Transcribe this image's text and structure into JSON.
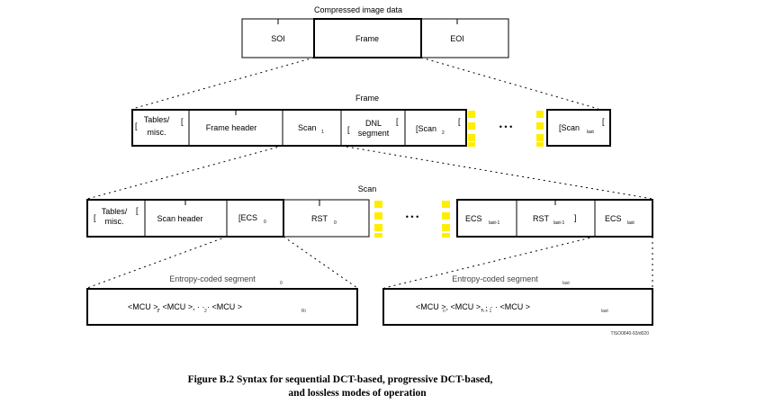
{
  "top": {
    "title": "Compressed image data",
    "soi": "SOI",
    "frame": "Frame",
    "eoi": "EOI"
  },
  "frame_row": {
    "title": "Frame",
    "tables_1": "Tables/",
    "tables_2": "misc.",
    "frame_header": "Frame header",
    "scan1": "Scan",
    "scan1_sub": "1",
    "dnl_1": "DNL",
    "dnl_2": "segment",
    "scan2": "[Scan",
    "scan2_sub": "2",
    "ellipsis": "• • •",
    "scan_last": "[Scan",
    "scan_last_sub": "last"
  },
  "scan_row": {
    "title": "Scan",
    "tables_1": "Tables/",
    "tables_2": "misc.",
    "scan_header": "Scan header",
    "ecs0": "[ECS",
    "ecs0_sub": "0",
    "rst0": "RST",
    "rst0_sub": "0",
    "ellipsis": "• • •",
    "ecs_last1": "ECS",
    "ecs_last1_sub": "last-1",
    "rst_last1": "RST",
    "rst_last1_sub": "last-1",
    "ecs_last": "ECS",
    "ecs_last_sub": "last"
  },
  "ecs_row": {
    "left_title": "Entropy-coded segment",
    "left_sub": "0",
    "left_content": "<MCU >, <MCU >, · · · <MCU >",
    "left_small_1": "1",
    "left_small_2": "2",
    "left_small_ri": "Ri",
    "right_title": "Entropy-coded segment",
    "right_sub": "last",
    "right_content": "<MCU >, <MCU >, · · · <MCU >",
    "right_small_n": "n",
    "right_small_n1": "n + 1",
    "right_small_last": "last",
    "ref": "TISO0840-93/d020"
  },
  "caption": {
    "line1": "Figure B.2  Syntax for sequential DCT-based, progressive DCT-based,",
    "line2": "and lossless modes of operation"
  },
  "colors": {
    "marker": "#ffee00",
    "line": "#000000"
  }
}
